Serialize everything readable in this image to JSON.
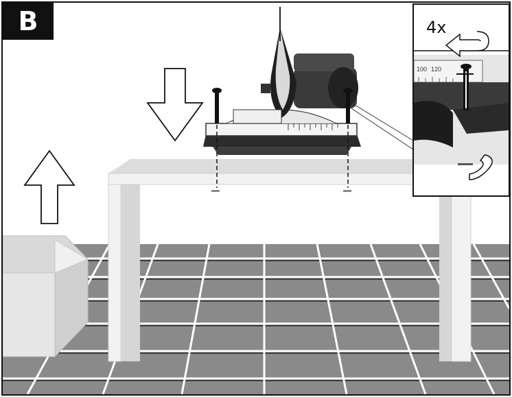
{
  "figure": {
    "panel_label": "B",
    "repeat_count": "4x",
    "scale_marks": [
      "100",
      "120"
    ]
  },
  "colors": {
    "frame": "#000000",
    "floor": "#8f8f8f",
    "floor_dark": "#666666",
    "grout": "#ffffff",
    "table": "#e9e9e9",
    "saw_dark": "#2a2a2a"
  },
  "icons": {
    "down_arrow": "arrow-down-icon",
    "up_arrow": "arrow-up-icon",
    "rotate_left": "rotate-counterclockwise-icon",
    "rotate_right": "rotate-clockwise-icon"
  }
}
